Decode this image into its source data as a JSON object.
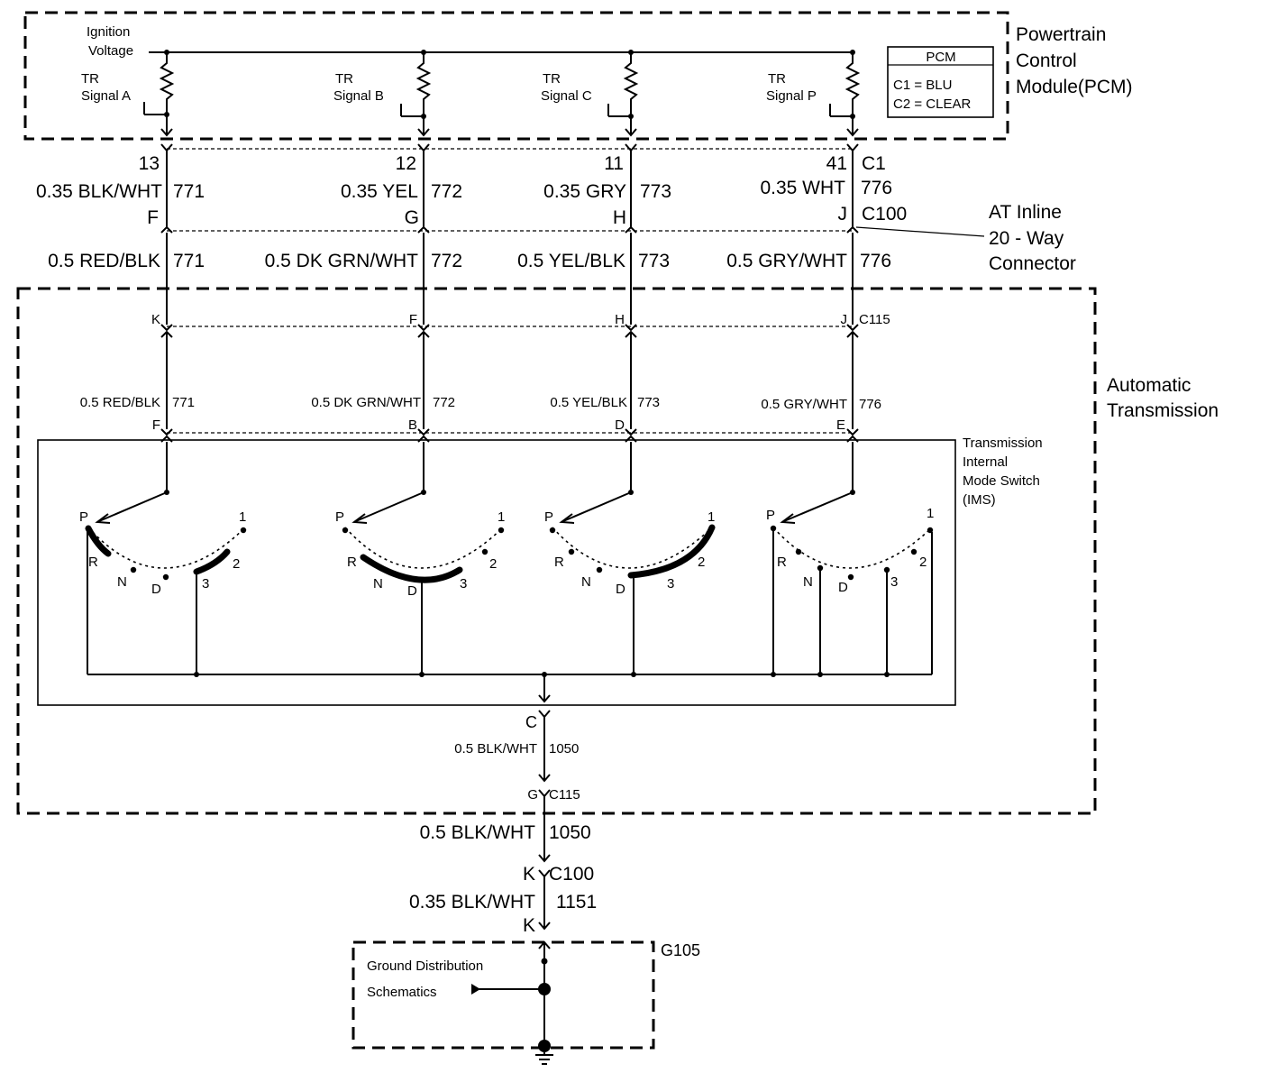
{
  "pcm": {
    "title_lines": [
      "Powertrain",
      "Control",
      "Module(PCM)"
    ],
    "ign_line1": "Ignition",
    "ign_line2": "Voltage",
    "legend_header": "PCM",
    "legend_c1": "C1 = BLU",
    "legend_c2": "C2 = CLEAR",
    "signals": [
      {
        "line1": "TR",
        "line2": "Signal A"
      },
      {
        "line1": "TR",
        "line2": "Signal B"
      },
      {
        "line1": "TR",
        "line2": "Signal C"
      },
      {
        "line1": "TR",
        "line2": "Signal P"
      }
    ]
  },
  "upper_wires": [
    {
      "pin": "13",
      "label": "0.35 BLK/WHT",
      "circuit": "771",
      "c100_pin": "F"
    },
    {
      "pin": "12",
      "label": "0.35 YEL",
      "circuit": "772",
      "c100_pin": "G"
    },
    {
      "pin": "11",
      "label": "0.35 GRY",
      "circuit": "773",
      "c100_pin": "H"
    },
    {
      "pin": "41",
      "label": "0.35 WHT",
      "circuit": "776",
      "c100_pin": "J"
    }
  ],
  "c1_label": "C1",
  "c100_label": "C100",
  "inline_connector": [
    "AT Inline",
    "20 - Way",
    "Connector"
  ],
  "mid_wires": [
    {
      "label": "0.5 RED/BLK",
      "circuit": "771",
      "c115_pin": "K"
    },
    {
      "label": "0.5 DK GRN/WHT",
      "circuit": "772",
      "c115_pin": "F"
    },
    {
      "label": "0.5 YEL/BLK",
      "circuit": "773",
      "c115_pin": "H"
    },
    {
      "label": "0.5 GRY/WHT",
      "circuit": "776",
      "c115_pin": "J"
    }
  ],
  "c115_label": "C115",
  "trans_box": [
    "Automatic",
    "Transmission"
  ],
  "lower_wires": [
    {
      "label": "0.5 RED/BLK",
      "circuit": "771",
      "ims_pin": "F"
    },
    {
      "label": "0.5 DK GRN/WHT",
      "circuit": "772",
      "ims_pin": "B"
    },
    {
      "label": "0.5 YEL/BLK",
      "circuit": "773",
      "ims_pin": "D"
    },
    {
      "label": "0.5 GRY/WHT",
      "circuit": "776",
      "ims_pin": "E"
    }
  ],
  "ims": [
    "Transmission",
    "Internal",
    "Mode Switch",
    "(IMS)"
  ],
  "positions": [
    "P",
    "R",
    "N",
    "D",
    "3",
    "2",
    "1"
  ],
  "ground_path": {
    "c_pin": "C",
    "wire1_label": "0.5 BLK/WHT",
    "wire1_circuit": "1050",
    "c115_pin": "G",
    "c115_label": "C115",
    "wire2_label": "0.5 BLK/WHT",
    "wire2_circuit": "1050",
    "c100_pin": "K",
    "c100_label": "C100",
    "wire3_label": "0.35 BLK/WHT",
    "wire3_circuit": "1151",
    "k_pin": "K"
  },
  "ground_box": {
    "line1": "Ground Distribution",
    "line2": "Schematics",
    "g_label": "G105"
  }
}
